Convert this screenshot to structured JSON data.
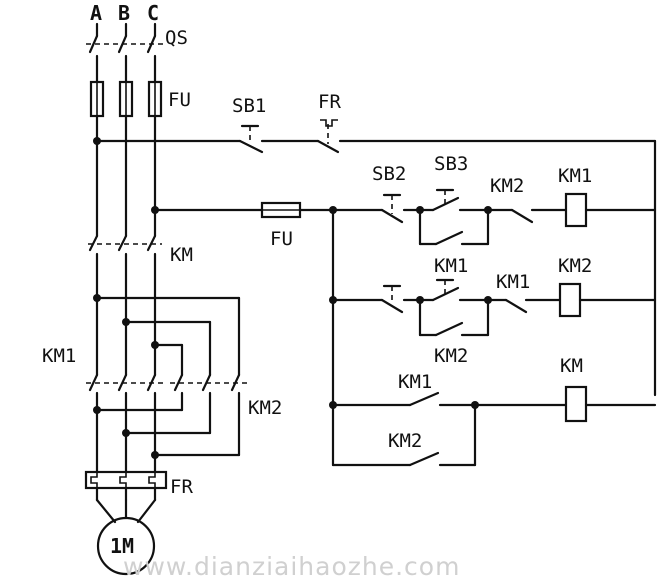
{
  "labels": {
    "phase_a": "A",
    "phase_b": "B",
    "phase_c": "C",
    "qs": "QS",
    "fu_main": "FU",
    "sb1": "SB1",
    "fr_ctrl": "FR",
    "fu_ctrl": "FU",
    "sb2": "SB2",
    "sb3": "SB3",
    "km2_nc": "KM2",
    "km1_coil": "KM1",
    "km_main": "KM",
    "km1_r2": "KM1",
    "km1_nc": "KM1",
    "km2_coil": "KM2",
    "km2_hold": "KM2",
    "km_coil": "KM",
    "km1_r3": "KM1",
    "km2_r4": "KM2",
    "km1_power": "KM1",
    "km2_power": "KM2",
    "fr_power": "FR",
    "motor": "1M"
  },
  "watermark": "www.dianziaihaozhe.com"
}
